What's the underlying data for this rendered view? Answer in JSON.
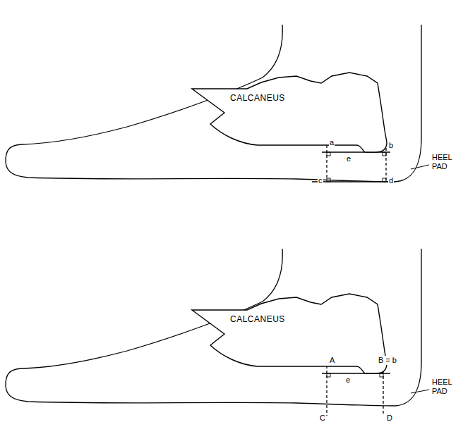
{
  "diagram": {
    "nodes": [
      {
        "text": [
          "CALCANEUS"
        ]
      },
      {
        "text": [
          "CALCANEUS"
        ]
      }
    ],
    "labels": [
      "a",
      "b",
      "c",
      "d",
      "e",
      "HEEL PAD",
      "A",
      "B = b",
      "C",
      "D",
      "e",
      "HEEL PAD"
    ]
  }
}
